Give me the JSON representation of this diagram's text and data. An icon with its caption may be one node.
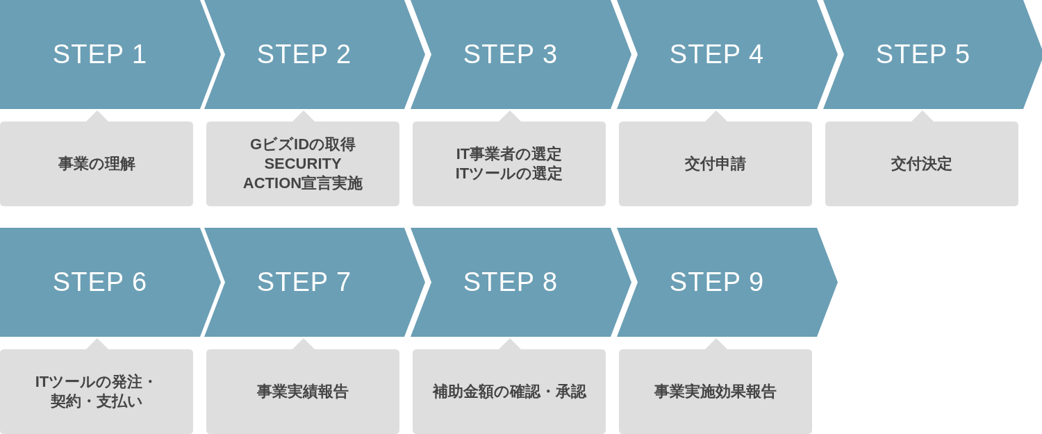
{
  "diagram": {
    "nodes": [
      {
        "text": [
          "STEP 1"
        ]
      },
      {
        "text": [
          "STEP 2"
        ]
      },
      {
        "text": [
          "STEP 3"
        ]
      },
      {
        "text": [
          "STEP 4"
        ]
      },
      {
        "text": [
          "STEP 5"
        ]
      },
      {
        "text": [
          "事業の理解"
        ]
      },
      {
        "text": [
          "GビズIDの取得",
          "SECURITY ACTION宣言実施"
        ]
      },
      {
        "text": [
          "IT事業者の選定",
          "ITツールの選定"
        ]
      },
      {
        "text": [
          "交付申請"
        ]
      },
      {
        "text": [
          "交付決定"
        ]
      },
      {
        "text": [
          "STEP 6"
        ]
      },
      {
        "text": [
          "STEP 7"
        ]
      },
      {
        "text": [
          "STEP 8"
        ]
      },
      {
        "text": [
          "STEP 9"
        ]
      },
      {
        "text": [
          "ITツールの発注・契約・支払い"
        ]
      },
      {
        "text": [
          "事業実績報告"
        ]
      },
      {
        "text": [
          "補助金額の確認・承認"
        ]
      },
      {
        "text": [
          "事業実施効果報告"
        ]
      }
    ]
  }
}
